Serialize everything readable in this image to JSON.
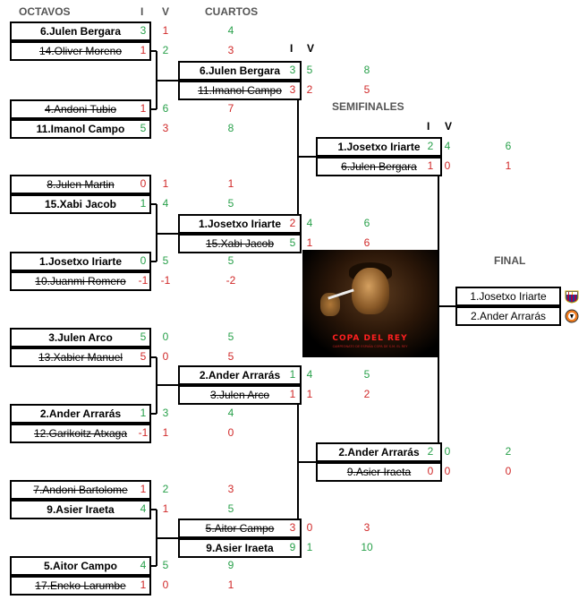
{
  "headers": {
    "octavos": "OCTAVOS",
    "cuartos": "CUARTOS",
    "semifinales": "SEMIFINALES",
    "final": "FINAL",
    "i": "I",
    "v": "V"
  },
  "octavos": [
    {
      "player": "6.Julen Bergara",
      "winner": true,
      "i": "3",
      "v": "1",
      "t": "4",
      "ic": "green",
      "vc": "red",
      "tc": "green"
    },
    {
      "player": "14.Oliver Moreno",
      "winner": false,
      "i": "1",
      "v": "2",
      "t": "3",
      "ic": "red",
      "vc": "green",
      "tc": "red"
    },
    {
      "player": "4.Andoni Tubio",
      "winner": false,
      "i": "1",
      "v": "6",
      "t": "7",
      "ic": "red",
      "vc": "green",
      "tc": "red"
    },
    {
      "player": "11.Imanol Campo",
      "winner": true,
      "i": "5",
      "v": "3",
      "t": "8",
      "ic": "green",
      "vc": "red",
      "tc": "green"
    },
    {
      "player": "8.Julen Martin",
      "winner": false,
      "i": "0",
      "v": "1",
      "t": "1",
      "ic": "red",
      "vc": "red",
      "tc": "red"
    },
    {
      "player": "15.Xabi Jacob",
      "winner": true,
      "i": "1",
      "v": "4",
      "t": "5",
      "ic": "green",
      "vc": "green",
      "tc": "green"
    },
    {
      "player": "1.Josetxo Iriarte",
      "winner": true,
      "i": "0",
      "v": "5",
      "t": "5",
      "ic": "green",
      "vc": "green",
      "tc": "green"
    },
    {
      "player": "10.Juanmi Romero",
      "winner": false,
      "i": "-1",
      "v": "-1",
      "t": "-2",
      "ic": "red",
      "vc": "red",
      "tc": "red"
    },
    {
      "player": "3.Julen Arco",
      "winner": true,
      "i": "5",
      "v": "0",
      "t": "5",
      "ic": "green",
      "vc": "green",
      "tc": "green"
    },
    {
      "player": "13.Xabier Manuel",
      "winner": false,
      "i": "5",
      "v": "0",
      "t": "5",
      "ic": "red",
      "vc": "red",
      "tc": "red"
    },
    {
      "player": "2.Ander Arrarás",
      "winner": true,
      "i": "1",
      "v": "3",
      "t": "4",
      "ic": "green",
      "vc": "green",
      "tc": "green"
    },
    {
      "player": "12.Garikoitz Atxaga",
      "winner": false,
      "i": "-1",
      "v": "1",
      "t": "0",
      "ic": "red",
      "vc": "red",
      "tc": "red"
    },
    {
      "player": "7.Andoni Bartolome",
      "winner": false,
      "i": "1",
      "v": "2",
      "t": "3",
      "ic": "red",
      "vc": "green",
      "tc": "red"
    },
    {
      "player": "9.Asier Iraeta",
      "winner": true,
      "i": "4",
      "v": "1",
      "t": "5",
      "ic": "green",
      "vc": "red",
      "tc": "green"
    },
    {
      "player": "5.Aitor Campo",
      "winner": true,
      "i": "4",
      "v": "5",
      "t": "9",
      "ic": "green",
      "vc": "green",
      "tc": "green"
    },
    {
      "player": "17.Eneko Larumbe",
      "winner": false,
      "i": "1",
      "v": "0",
      "t": "1",
      "ic": "red",
      "vc": "red",
      "tc": "red"
    }
  ],
  "cuartos": [
    {
      "player": "6.Julen Bergara",
      "winner": true,
      "i": "3",
      "v": "5",
      "t": "8",
      "ic": "green",
      "vc": "green",
      "tc": "green"
    },
    {
      "player": "11.Imanol Campo",
      "winner": false,
      "i": "3",
      "v": "2",
      "t": "5",
      "ic": "red",
      "vc": "red",
      "tc": "red"
    },
    {
      "player": "1.Josetxo Iriarte",
      "winner": true,
      "i": "2",
      "v": "4",
      "t": "6",
      "ic": "red",
      "vc": "green",
      "tc": "green"
    },
    {
      "player": "15.Xabi Jacob",
      "winner": false,
      "i": "5",
      "v": "1",
      "t": "6",
      "ic": "green",
      "vc": "red",
      "tc": "red"
    },
    {
      "player": "2.Ander Arrarás",
      "winner": true,
      "i": "1",
      "v": "4",
      "t": "5",
      "ic": "green",
      "vc": "green",
      "tc": "green"
    },
    {
      "player": "3.Julen Arco",
      "winner": false,
      "i": "1",
      "v": "1",
      "t": "2",
      "ic": "red",
      "vc": "red",
      "tc": "red"
    },
    {
      "player": "5.Aitor Campo",
      "winner": false,
      "i": "3",
      "v": "0",
      "t": "3",
      "ic": "red",
      "vc": "red",
      "tc": "red"
    },
    {
      "player": "9.Asier Iraeta",
      "winner": true,
      "i": "9",
      "v": "1",
      "t": "10",
      "ic": "green",
      "vc": "green",
      "tc": "green"
    }
  ],
  "semifinales": [
    {
      "player": "1.Josetxo Iriarte",
      "winner": true,
      "i": "2",
      "v": "4",
      "t": "6",
      "ic": "green",
      "vc": "green",
      "tc": "green"
    },
    {
      "player": "6.Julen Bergara",
      "winner": false,
      "i": "1",
      "v": "0",
      "t": "1",
      "ic": "red",
      "vc": "red",
      "tc": "red"
    },
    {
      "player": "2.Ander Arrarás",
      "winner": true,
      "i": "2",
      "v": "0",
      "t": "2",
      "ic": "green",
      "vc": "green",
      "tc": "green"
    },
    {
      "player": "9.Asier Iraeta",
      "winner": false,
      "i": "0",
      "v": "0",
      "t": "0",
      "ic": "red",
      "vc": "red",
      "tc": "red"
    }
  ],
  "final": [
    {
      "player": "1.Josetxo Iriarte",
      "crest": "fc-barcelona-crest-icon"
    },
    {
      "player": "2.Ander Arrarás",
      "crest": "valencia-cf-crest-icon"
    }
  ],
  "poster": {
    "title": "COPA DEL REY",
    "subtitle": "CAMPEONATO DE ESPAÑA COPA DE S.M. EL REY"
  },
  "colors": {
    "green": "#28a04a",
    "red": "#d02828",
    "barcelona_blue": "#1c3f94",
    "barcelona_red": "#a50044",
    "valencia_orange": "#ee7a1d"
  }
}
